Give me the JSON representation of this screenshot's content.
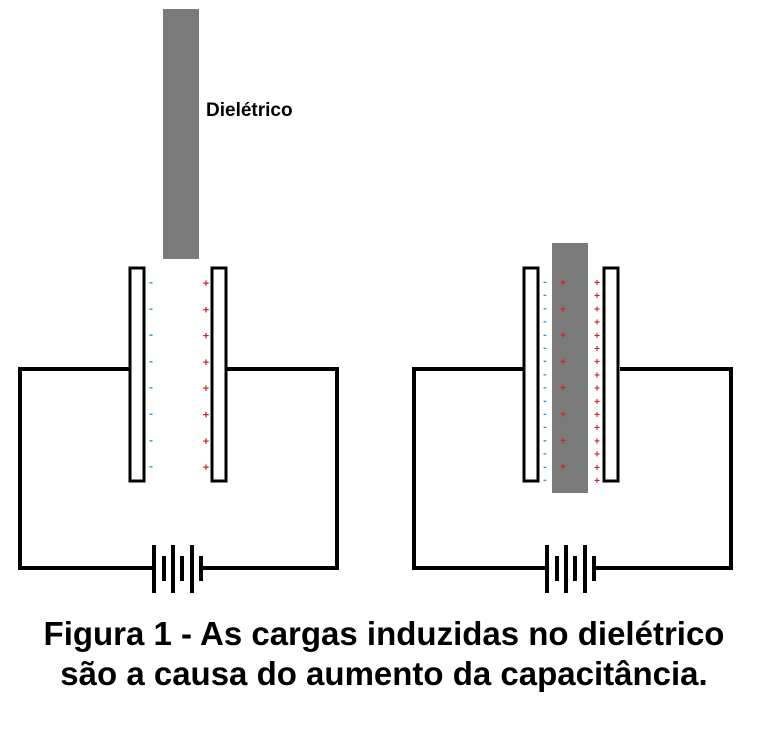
{
  "dielectric_label": "Dielétrico",
  "caption": {
    "line1": "Figura 1 - As cargas induzidas no dielétrico",
    "line2": "são a causa do aumento da capacitância."
  },
  "symbols": {
    "negative": "-",
    "positive": "+"
  },
  "colors": {
    "dielectric": "#7a7a7a",
    "negative_charge": "#2a9fd6",
    "positive_charge": "#d61f2a",
    "wire": "#000000"
  }
}
